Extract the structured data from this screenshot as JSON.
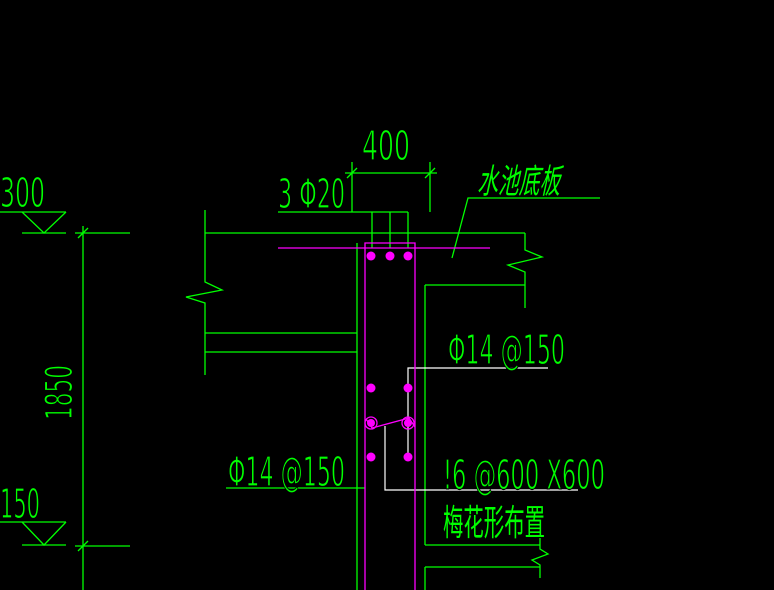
{
  "colors": {
    "background": "#000000",
    "outline": "#00ff00",
    "rebar": "#ff00ff",
    "leader": "#ffffff"
  },
  "labels": {
    "wall_thickness": "400",
    "slab_top_bars": "3 Φ20",
    "slab_name": "水池底板",
    "level_top": "300",
    "wall_height": "1850",
    "level_bottom": "150",
    "wall_bars_right": "Φ14 @150",
    "wall_bars_left": "Φ14 @150",
    "tie_bars": "!6 @600 X600",
    "tie_layout": "梅花形布置"
  }
}
